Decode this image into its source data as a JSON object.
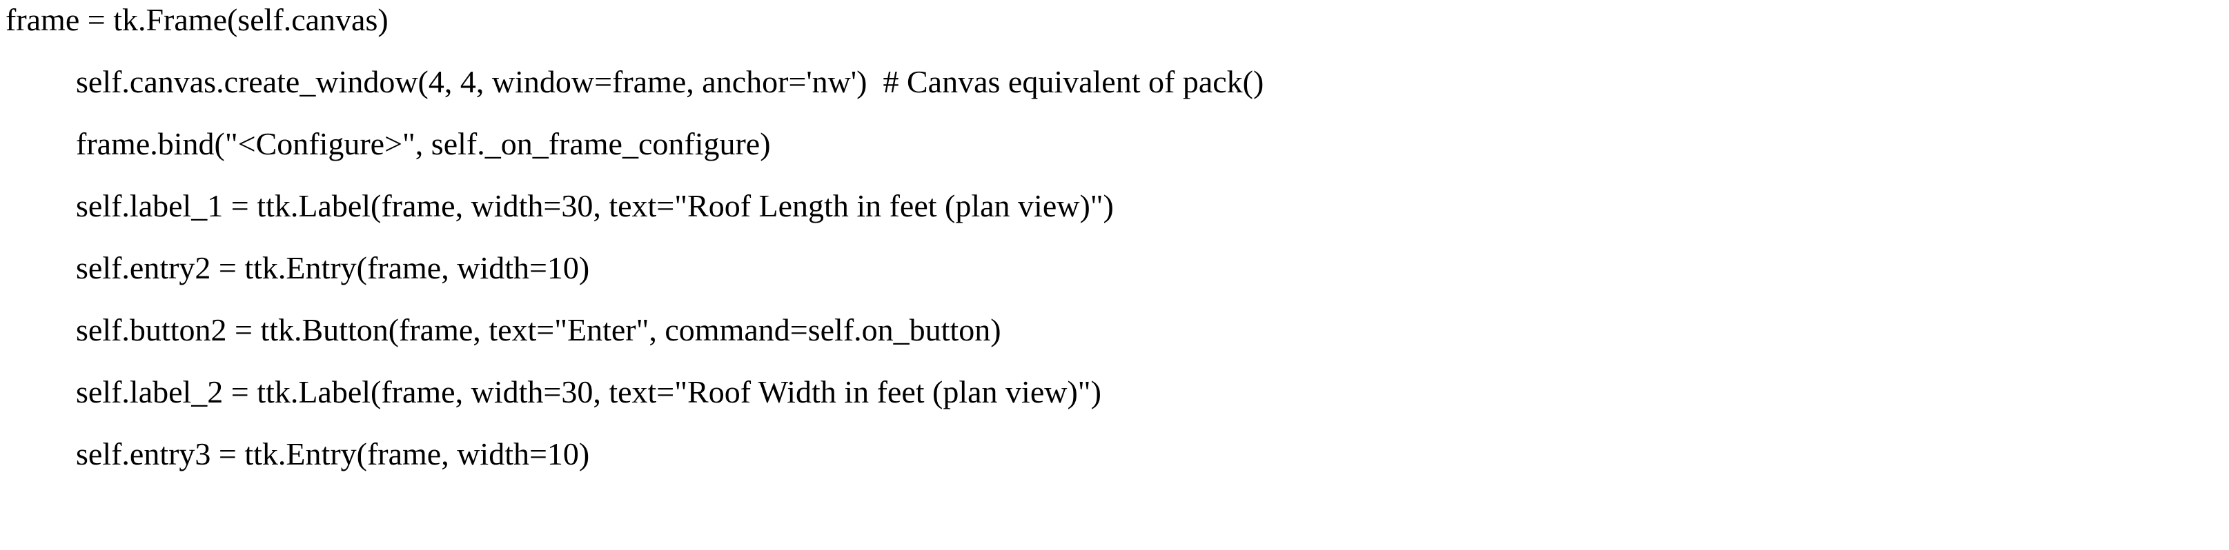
{
  "document": {
    "kind": "code-snippet",
    "language": "python",
    "background_color": "#ffffff",
    "text_color": "#000000",
    "lines": [
      {
        "indent": 0,
        "text": "frame = tk.Frame(self.canvas)"
      },
      {
        "indent": 1,
        "text": "self.canvas.create_window(4, 4, window=frame, anchor='nw')  # Canvas equivalent of pack()"
      },
      {
        "indent": 1,
        "text": "frame.bind(\"<Configure>\", self._on_frame_configure)"
      },
      {
        "indent": 1,
        "text": "self.label_1 = ttk.Label(frame, width=30, text=\"Roof Length in feet (plan view)\")"
      },
      {
        "indent": 1,
        "text": "self.entry2 = ttk.Entry(frame, width=10)"
      },
      {
        "indent": 1,
        "text": "self.button2 = ttk.Button(frame, text=\"Enter\", command=self.on_button)"
      },
      {
        "indent": 1,
        "text": "self.label_2 = ttk.Label(frame, width=30, text=\"Roof Width in feet (plan view)\")"
      },
      {
        "indent": 1,
        "text": "self.entry3 = ttk.Entry(frame, width=10)"
      }
    ]
  }
}
